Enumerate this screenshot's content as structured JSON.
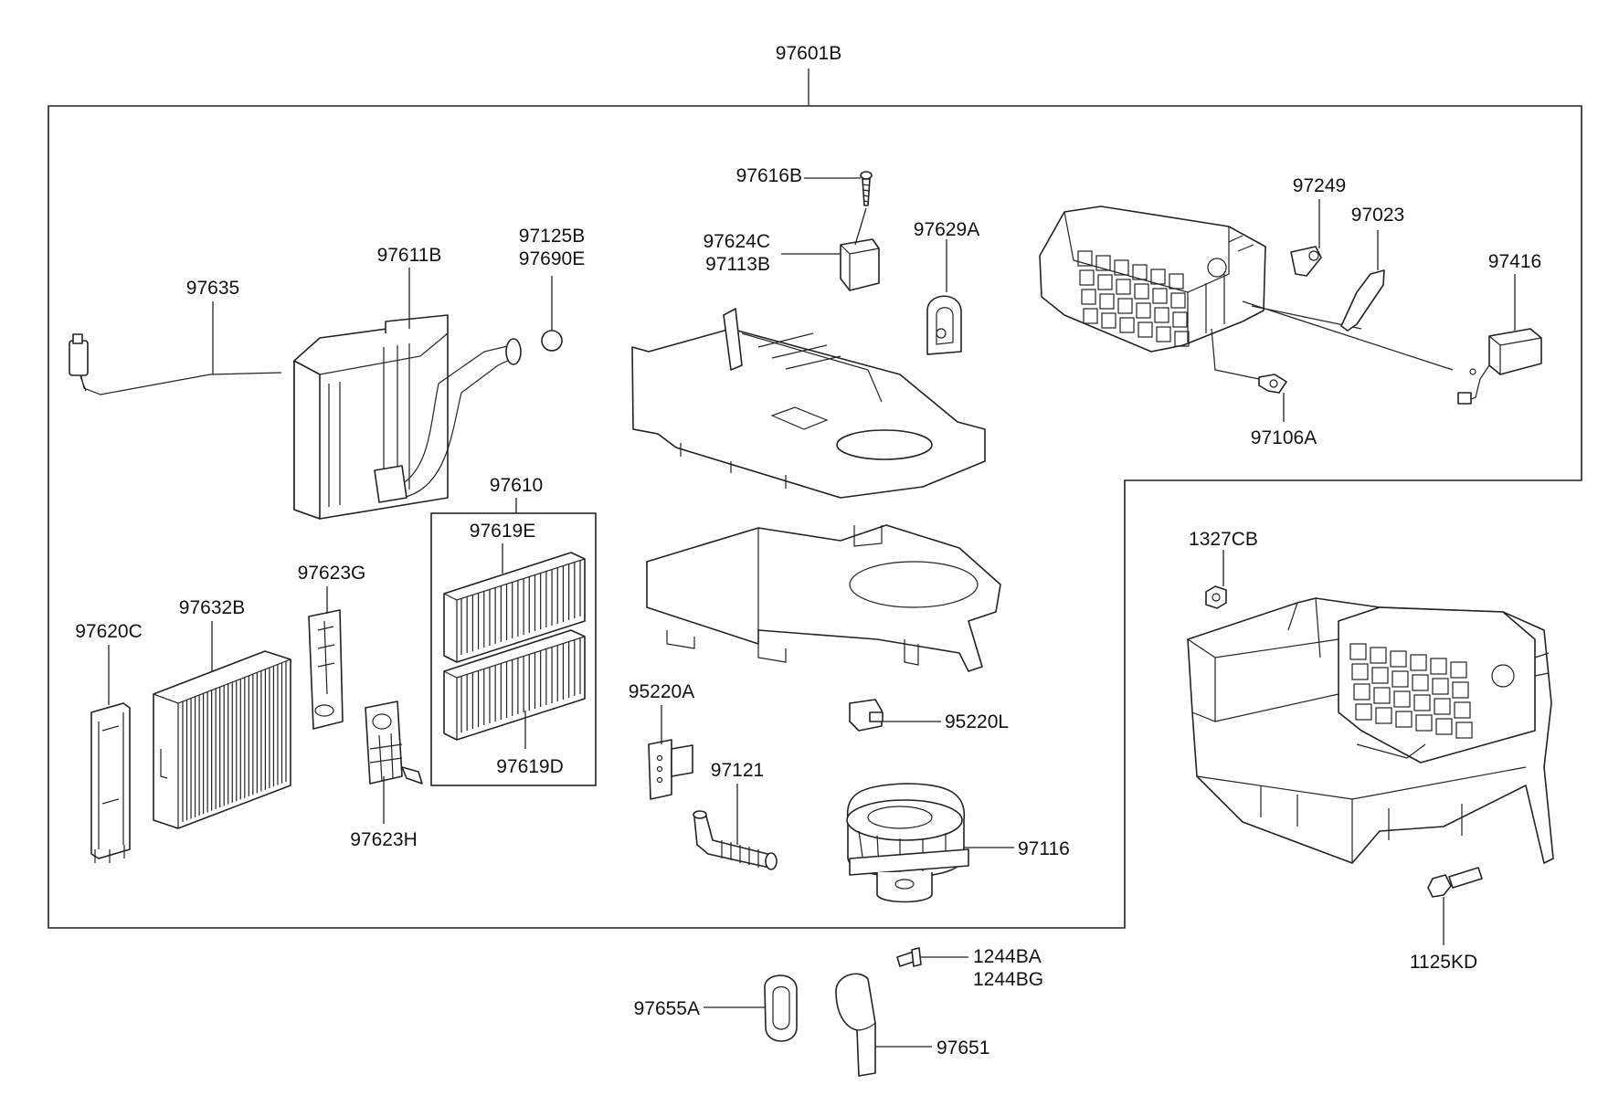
{
  "parts": {
    "p97601B": "97601B",
    "p97616B": "97616B",
    "p97624C": "97624C",
    "p97113B": "97113B",
    "p97629A": "97629A",
    "p97249": "97249",
    "p97023": "97023",
    "p97416": "97416",
    "p97106A": "97106A",
    "p97125B": "97125B",
    "p97690E": "97690E",
    "p97611B": "97611B",
    "p97635": "97635",
    "p97610": "97610",
    "p97619E": "97619E",
    "p97619D": "97619D",
    "p97623G": "97623G",
    "p97623H": "97623H",
    "p97632B": "97632B",
    "p97620C": "97620C",
    "p95220A": "95220A",
    "p95220L": "95220L",
    "p97121": "97121",
    "p97116": "97116",
    "p1327CB": "1327CB",
    "p1125KD": "1125KD",
    "p1244BA": "1244BA",
    "p1244BG": "1244BG",
    "p97655A": "97655A",
    "p97651": "97651"
  }
}
